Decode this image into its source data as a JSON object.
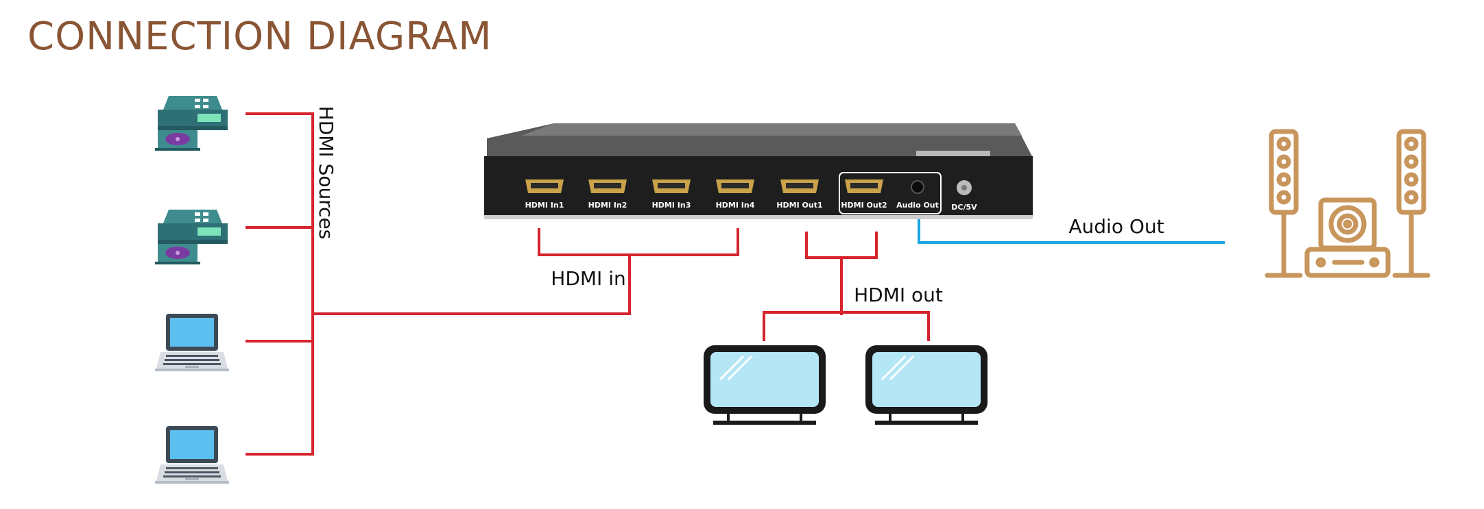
{
  "title": "CONNECTION DIAGRAM",
  "labels": {
    "hdmi_sources": "HDMI Sources",
    "hdmi_in": "HDMI in",
    "hdmi_out": "HDMI out",
    "audio_out": "Audio Out"
  },
  "ports": [
    {
      "label": "HDMI In1"
    },
    {
      "label": "HDMI In2"
    },
    {
      "label": "HDMI In3"
    },
    {
      "label": "HDMI In4"
    },
    {
      "label": "HDMI Out1"
    },
    {
      "label": "HDMI Out2"
    },
    {
      "label": "Audio Out"
    },
    {
      "label": "DC/5V"
    }
  ],
  "sources": [
    {
      "icon": "dvd-player-icon"
    },
    {
      "icon": "dvd-player-icon"
    },
    {
      "icon": "laptop-icon"
    },
    {
      "icon": "laptop-icon"
    }
  ],
  "displays": [
    {
      "icon": "monitor-icon"
    },
    {
      "icon": "monitor-icon"
    }
  ],
  "audio_system": {
    "icon": "home-theater-speakers-icon"
  },
  "colors": {
    "title": "#8a5534",
    "hdmi_wire": "#d6252e",
    "audio_wire": "#1aa6e2",
    "speaker": "#c8965c",
    "device_body": "#1e1e1e"
  }
}
